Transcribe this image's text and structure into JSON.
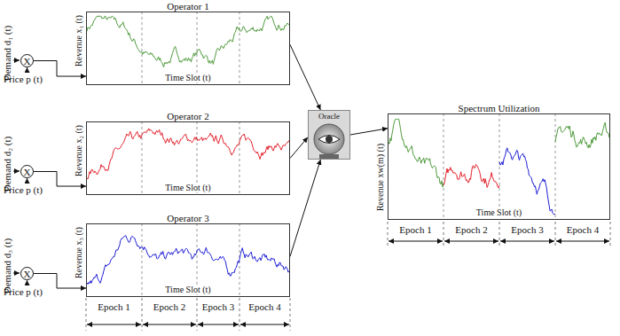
{
  "diagram": {
    "nodes": [
      {
        "text": [
          "X"
        ]
      },
      {
        "text": [
          "Operator 1",
          "Revenue x₁ (t)",
          "Time Slot (t)"
        ]
      },
      {
        "text": [
          "X"
        ]
      },
      {
        "text": [
          "Operator 2",
          "Revenue x₂ (t)",
          "Time Slot (t)"
        ]
      },
      {
        "text": [
          "X"
        ]
      },
      {
        "text": [
          "Operator 3",
          "Revenue x₃ (t)",
          "Time Slot (t)"
        ]
      },
      {
        "text": [
          "Oracle"
        ]
      },
      {
        "text": [
          "Spectrum Utilization",
          "Revenue xw(m) (t)",
          "Time Slot (t)"
        ]
      }
    ],
    "edges": [
      {
        "from": 0,
        "to": 1,
        "arrow": "to"
      },
      {
        "from": 2,
        "to": 3,
        "arrow": "to"
      },
      {
        "from": 4,
        "to": 5,
        "arrow": "to"
      },
      {
        "from": 1,
        "to": 6,
        "arrow": "to"
      },
      {
        "from": 3,
        "to": 6,
        "arrow": "to"
      },
      {
        "from": 5,
        "to": 6,
        "arrow": "to"
      },
      {
        "from": 6,
        "to": 7,
        "arrow": "to"
      }
    ],
    "labels": [
      "Demand d₁ (t)",
      "Price p (t)",
      "Demand d₂ (t)",
      "Price p (t)",
      "Demand d₃ (t)",
      "Price p (t)",
      "Epoch 1",
      "Epoch 2",
      "Epoch 3",
      "Epoch 4",
      "Epoch 1",
      "Epoch 2",
      "Epoch 3",
      "Epoch 4"
    ]
  }
}
